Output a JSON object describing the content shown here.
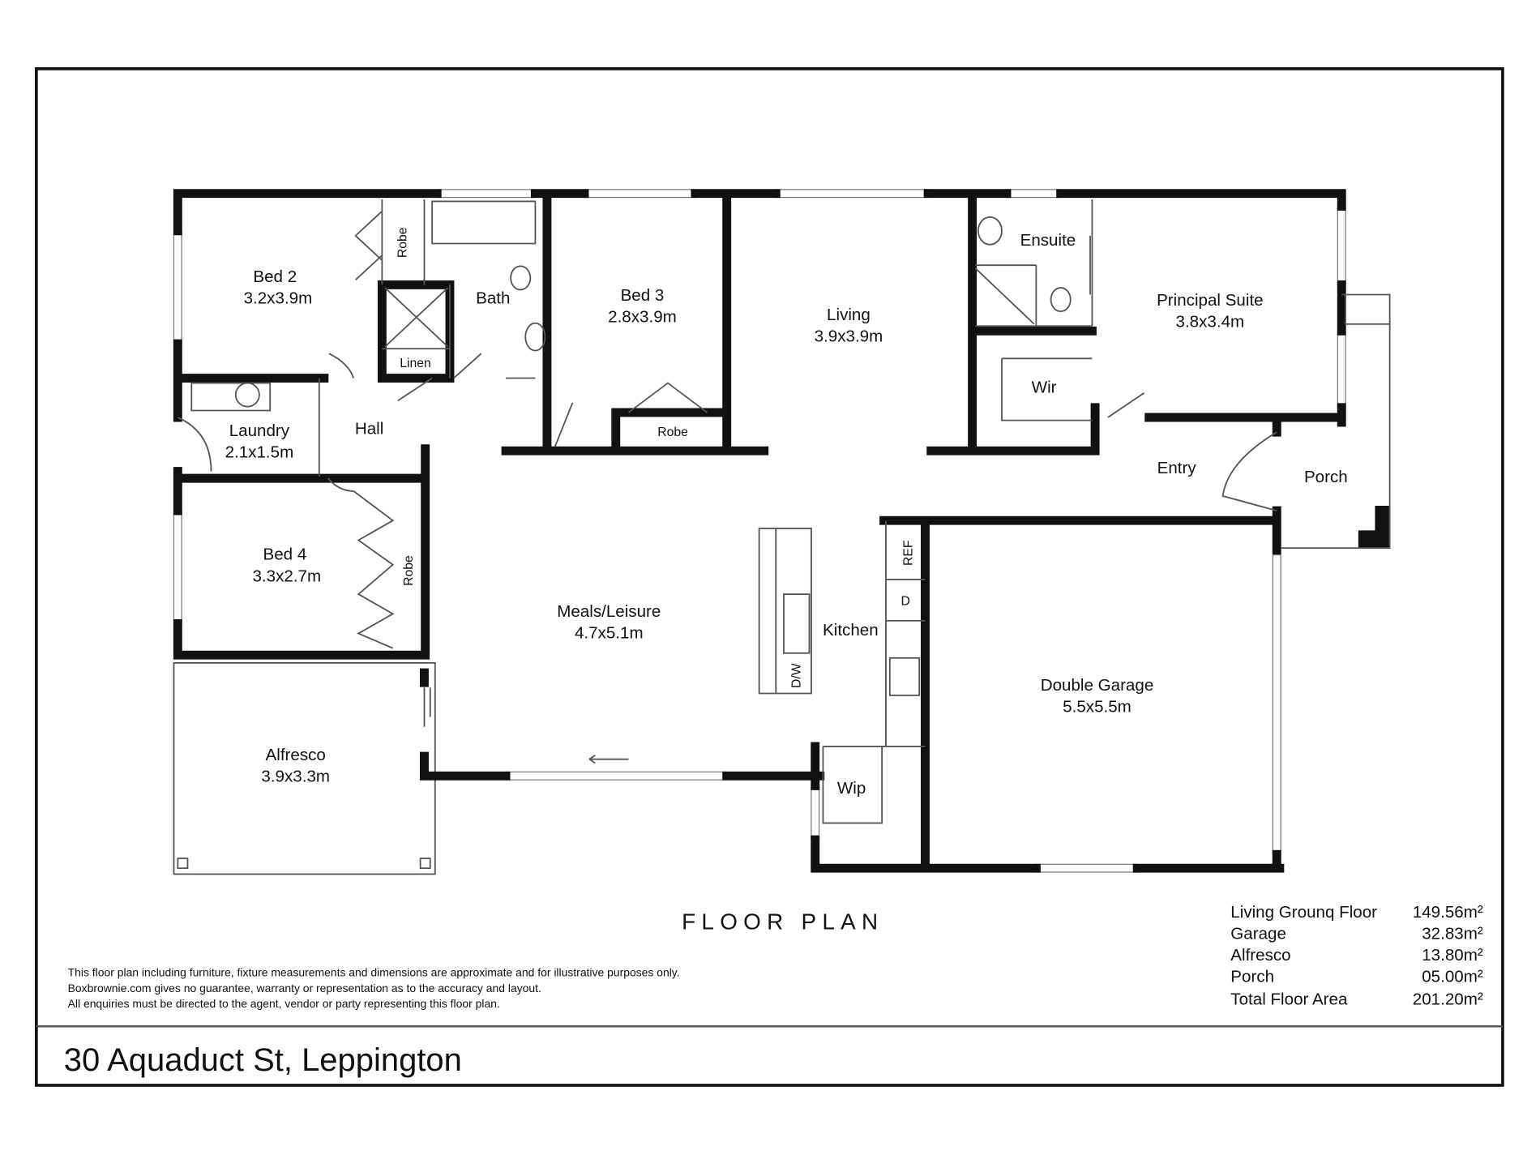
{
  "title": "FLOOR PLAN",
  "address": "30 Aquaduct St, Leppington",
  "rooms": {
    "bed2": {
      "name": "Bed 2",
      "size": "3.2x3.9m"
    },
    "bed3": {
      "name": "Bed 3",
      "size": "2.8x3.9m"
    },
    "bed4": {
      "name": "Bed 4",
      "size": "3.3x2.7m"
    },
    "living": {
      "name": "Living",
      "size": "3.9x3.9m"
    },
    "principal": {
      "name": "Principal Suite",
      "size": "3.8x3.4m"
    },
    "laundry": {
      "name": "Laundry",
      "size": "2.1x1.5m"
    },
    "meals": {
      "name": "Meals/Leisure",
      "size": "4.7x5.1m"
    },
    "garage": {
      "name": "Double Garage",
      "size": "5.5x5.5m"
    },
    "alfresco": {
      "name": "Alfresco",
      "size": "3.9x3.3m"
    },
    "bath": "Bath",
    "linen": "Linen",
    "hall": "Hall",
    "ensuite": "Ensuite",
    "wir": "Wir",
    "entry": "Entry",
    "porch": "Porch",
    "kitchen": "Kitchen",
    "wip": "Wip",
    "robe": "Robe",
    "ref": "REF",
    "d": "D",
    "dw": "D/W"
  },
  "areas": [
    {
      "label": "Living Grounq Floor",
      "value": "149.56m²"
    },
    {
      "label": "Garage",
      "value": "32.83m²"
    },
    {
      "label": "Alfresco",
      "value": "13.80m²"
    },
    {
      "label": "Porch",
      "value": "05.00m²"
    },
    {
      "label": "Total Floor Area",
      "value": "201.20m²"
    }
  ],
  "disclaimer": [
    "This floor plan including furniture, fixture measurements and dimensions are approximate and for illustrative purposes only.",
    "Boxbrownie.com gives no guarantee, warranty or representation as to the accuracy and layout.",
    "All enquiries must be directed to the agent, vendor or party representing this floor plan."
  ]
}
